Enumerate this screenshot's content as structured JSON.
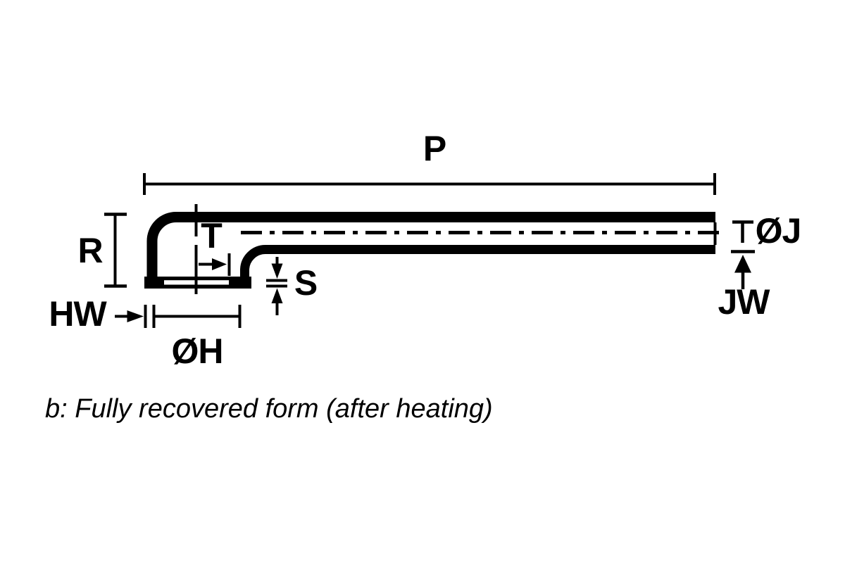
{
  "figure": {
    "caption": "b: Fully recovered form (after heating)",
    "dimension_labels": {
      "p": "P",
      "r": "R",
      "t": "T",
      "s": "S",
      "hw": "HW",
      "oh": "ØH",
      "oj": "ØJ",
      "jw": "JW"
    },
    "colors": {
      "ink": "#000000",
      "background": "#ffffff"
    }
  }
}
